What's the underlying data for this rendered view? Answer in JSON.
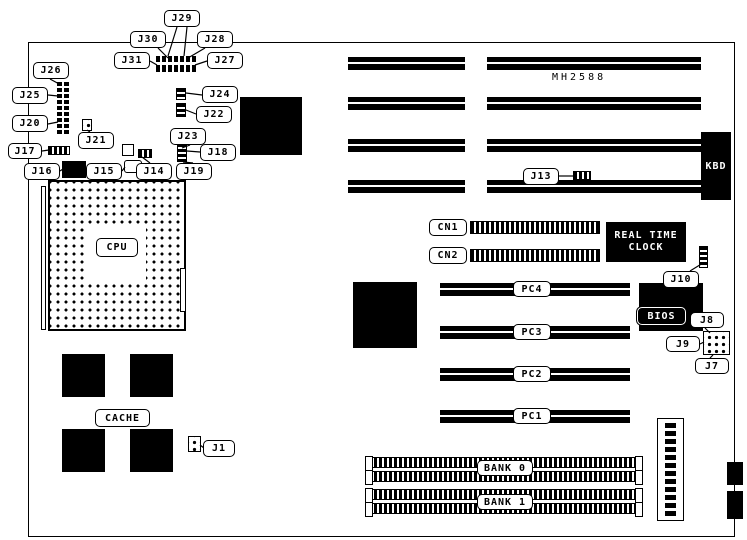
{
  "labels": {
    "part_number": "MH2588",
    "cpu": "CPU",
    "cache": "CACHE",
    "kbd": "KBD",
    "bios": "BIOS",
    "rtc1": "REAL TIME",
    "rtc2": "CLOCK",
    "cn1": "CN1",
    "cn2": "CN2",
    "pc1": "PC1",
    "pc2": "PC2",
    "pc3": "PC3",
    "pc4": "PC4",
    "bank0": "BANK 0",
    "bank1": "BANK 1",
    "j1": "J1",
    "j7": "J7",
    "j8": "J8",
    "j9": "J9",
    "j10": "J10",
    "j13": "J13",
    "j14": "J14",
    "j15": "J15",
    "j16": "J16",
    "j17": "J17",
    "j18": "J18",
    "j19": "J19",
    "j20": "J20",
    "j21": "J21",
    "j22": "J22",
    "j23": "J23",
    "j24": "J24",
    "j25": "J25",
    "j26": "J26",
    "j27": "J27",
    "j28": "J28",
    "j29": "J29",
    "j30": "J30",
    "j31": "J31"
  },
  "colors": {
    "ink": "#000000",
    "paper": "#ffffff"
  }
}
